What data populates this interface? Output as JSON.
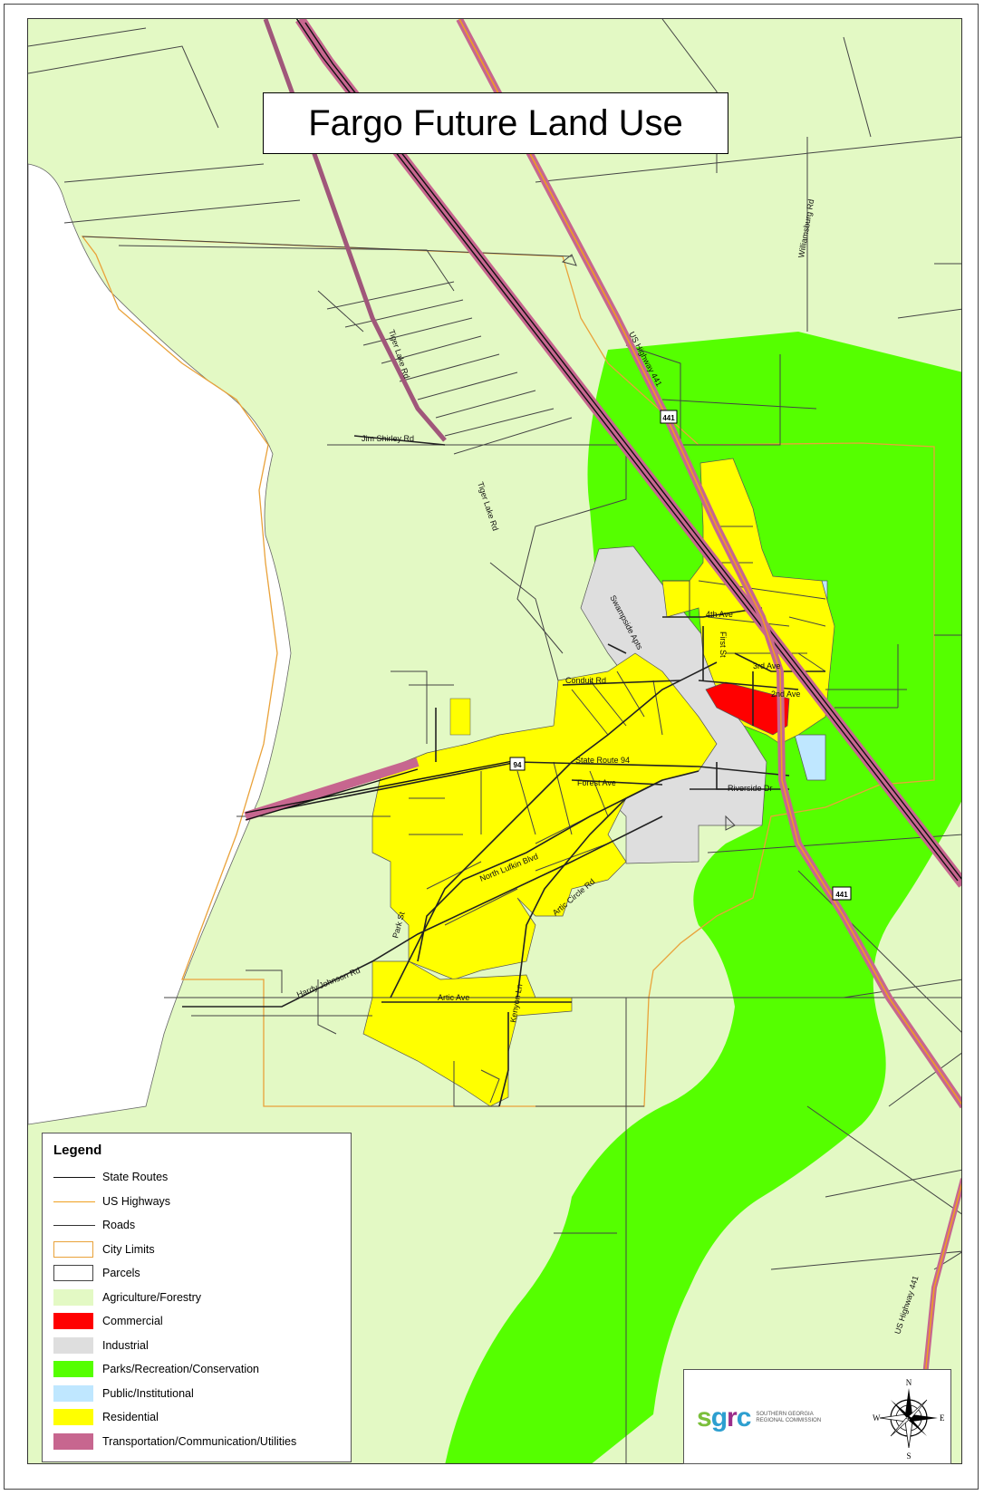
{
  "title": "Fargo Future Land Use",
  "colors": {
    "agriculture": "#e3f9c4",
    "commercial": "#ff0000",
    "industrial": "#dedede",
    "parks": "#55ff00",
    "public": "#bfe7ff",
    "residential": "#ffff00",
    "transportation": "#c7668f",
    "city_limits": "#e9a23a",
    "us_highway_line": "#f0a020"
  },
  "roads": [
    {
      "id": "jim-shirley",
      "label": "Jim Shirley Rd"
    },
    {
      "id": "tiger-lake",
      "label": "Tiger Lake Rd"
    },
    {
      "id": "tiger-lake-2",
      "label": "Tiger Lake Rd"
    },
    {
      "id": "williamsburg",
      "label": "Williamsburg Rd"
    },
    {
      "id": "us441-north",
      "label": "US Highway 441"
    },
    {
      "id": "us441-south",
      "label": "US Highway 441"
    },
    {
      "id": "conduit",
      "label": "Conduit Rd"
    },
    {
      "id": "4th-ave",
      "label": "4th Ave"
    },
    {
      "id": "3rd-ave",
      "label": "3rd Ave"
    },
    {
      "id": "2nd-ave",
      "label": "2nd Ave"
    },
    {
      "id": "first-st",
      "label": "First St"
    },
    {
      "id": "state-route-94",
      "label": "State Route 94"
    },
    {
      "id": "forest-ave",
      "label": "Forest Ave"
    },
    {
      "id": "riverside",
      "label": "Riverside Dr"
    },
    {
      "id": "north-lufkin",
      "label": "North Lufkin Blvd"
    },
    {
      "id": "artic-circle",
      "label": "Artic Circle Rd"
    },
    {
      "id": "hardy-johnson",
      "label": "Hardy Johnson Rd"
    },
    {
      "id": "artic-ave",
      "label": "Artic Ave"
    },
    {
      "id": "kenyon",
      "label": "Kenyon Ln"
    },
    {
      "id": "park",
      "label": "Park St"
    },
    {
      "id": "swamp",
      "label": "Swampside Apts"
    }
  ],
  "shields": [
    {
      "id": "shield-441-north",
      "label": "441"
    },
    {
      "id": "shield-441-south",
      "label": "441"
    },
    {
      "id": "shield-94",
      "label": "94"
    }
  ],
  "legend": {
    "title": "Legend",
    "items": [
      {
        "label": "State Routes",
        "kind": "line",
        "color": "#111111"
      },
      {
        "label": "US Highways",
        "kind": "line",
        "color": "#f0a020"
      },
      {
        "label": "Roads",
        "kind": "line",
        "color": "#333333"
      },
      {
        "label": "City Limits",
        "kind": "patch-outline",
        "color": "#e9a23a"
      },
      {
        "label": "Parcels",
        "kind": "patch-outline",
        "color": "#444444"
      },
      {
        "label": "Agriculture/Forestry",
        "kind": "patch",
        "color": "#e3f9c4"
      },
      {
        "label": "Commercial",
        "kind": "patch",
        "color": "#ff0000"
      },
      {
        "label": "Industrial",
        "kind": "patch",
        "color": "#dedede"
      },
      {
        "label": "Parks/Recreation/Conservation",
        "kind": "patch",
        "color": "#55ff00"
      },
      {
        "label": "Public/Institutional",
        "kind": "patch",
        "color": "#bfe7ff"
      },
      {
        "label": "Residential",
        "kind": "patch",
        "color": "#ffff00"
      },
      {
        "label": "Transportation/Communication/Utilities",
        "kind": "patch",
        "color": "#c7668f"
      }
    ]
  },
  "logo": {
    "text": "sgrc",
    "subtitle_1": "SOUTHERN GEORGIA",
    "subtitle_2": "REGIONAL COMMISSION"
  },
  "compass": {
    "n": "N",
    "s": "S",
    "e": "E",
    "w": "W"
  }
}
